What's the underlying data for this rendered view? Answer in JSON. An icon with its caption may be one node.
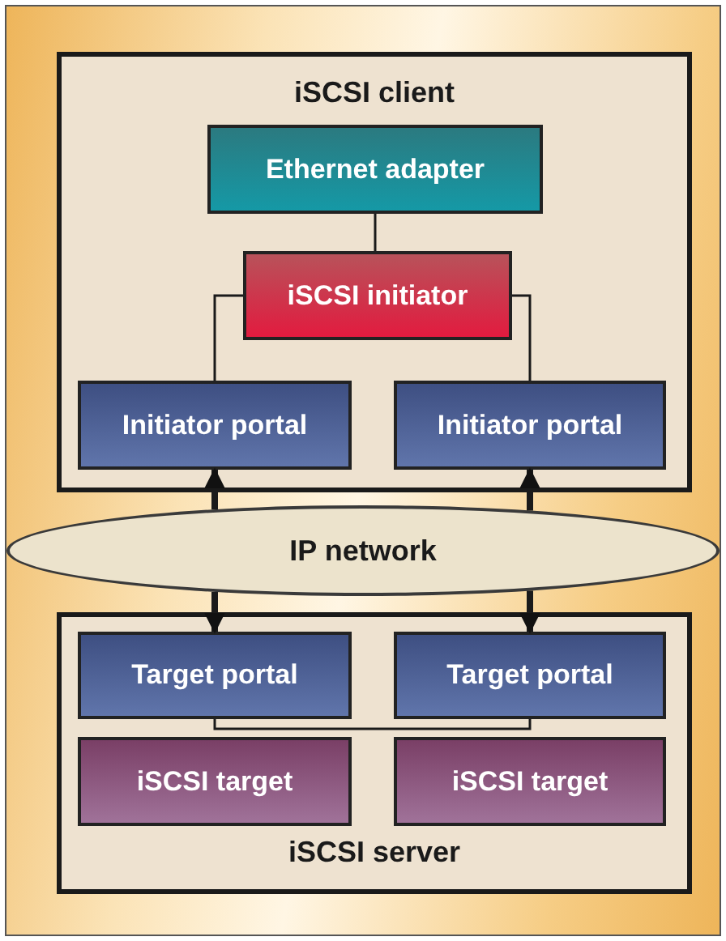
{
  "diagram": {
    "nodes": [
      {
        "text": [
          "iSCSI client"
        ]
      },
      {
        "text": [
          "Ethernet adapter"
        ],
        "in": 0
      },
      {
        "text": [
          "iSCSI initiator"
        ],
        "in": 0
      },
      {
        "text": [
          "Initiator portal"
        ],
        "in": 0
      },
      {
        "text": [
          "Initiator portal"
        ],
        "in": 0
      },
      {
        "text": [
          "IP network"
        ]
      },
      {
        "text": [
          "iSCSI server"
        ]
      },
      {
        "text": [
          "Target portal"
        ],
        "in": 6
      },
      {
        "text": [
          "Target portal"
        ],
        "in": 6
      },
      {
        "text": [
          "iSCSI target"
        ],
        "in": 6
      },
      {
        "text": [
          "iSCSI target"
        ],
        "in": 6
      }
    ],
    "edges": [
      {
        "from": 1,
        "to": 2,
        "arrow": "none"
      },
      {
        "from": 2,
        "to": 3,
        "arrow": "none"
      },
      {
        "from": 2,
        "to": 4,
        "arrow": "none"
      },
      {
        "from": 5,
        "to": 3,
        "arrow": "to",
        "style": "thick"
      },
      {
        "from": 5,
        "to": 7,
        "arrow": "to",
        "style": "thick"
      },
      {
        "from": 5,
        "to": 4,
        "arrow": "to",
        "style": "thick"
      },
      {
        "from": 5,
        "to": 8,
        "arrow": "to",
        "style": "thick"
      },
      {
        "from": 7,
        "to": 8,
        "arrow": "none"
      }
    ]
  }
}
